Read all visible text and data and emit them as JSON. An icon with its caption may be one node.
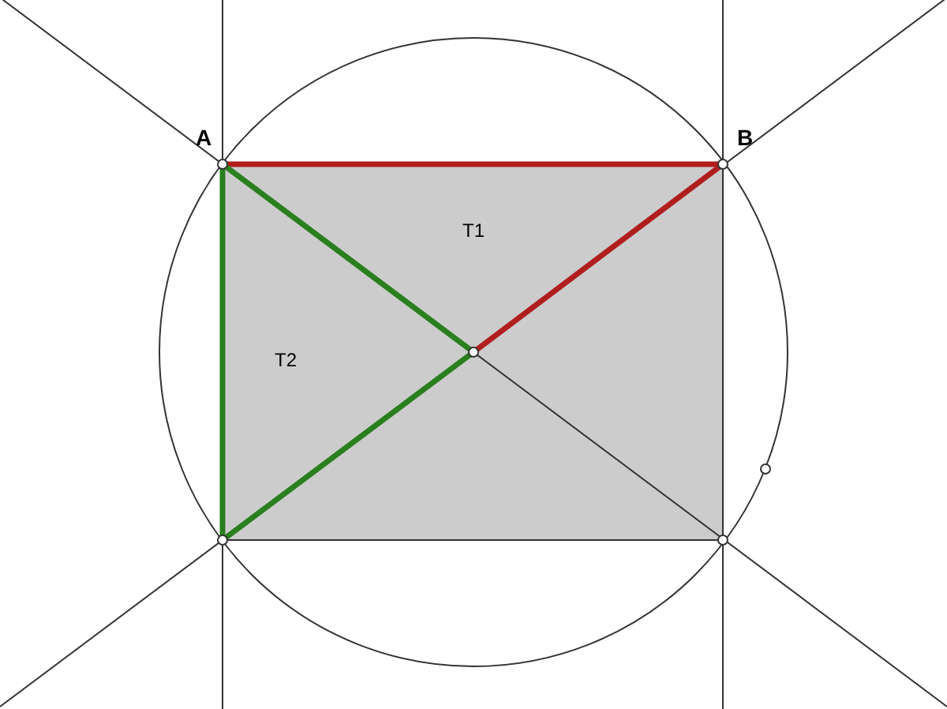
{
  "diagram": {
    "labels": [
      "A",
      "B",
      "T1",
      "T2"
    ]
  }
}
